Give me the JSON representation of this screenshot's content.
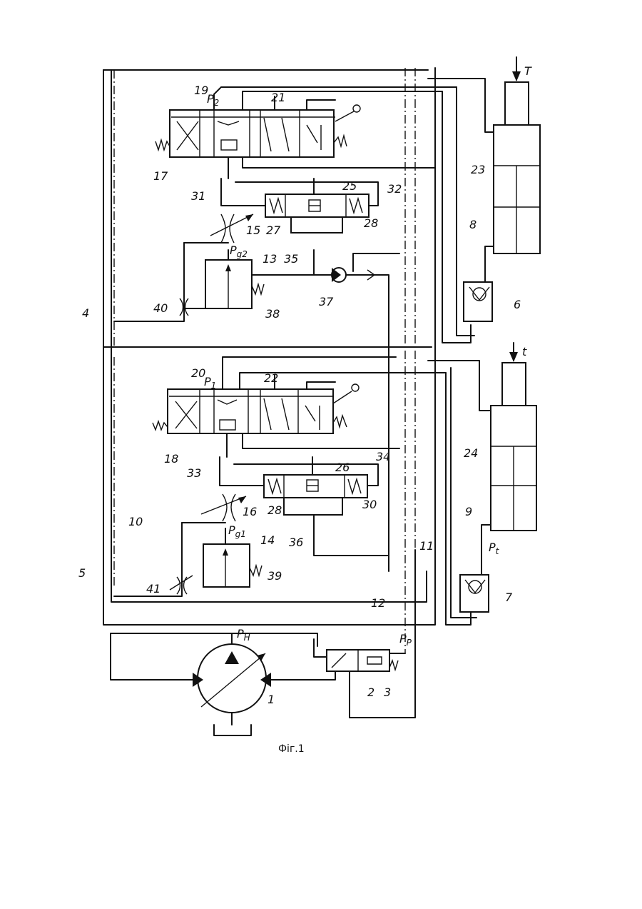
{
  "figure": {
    "caption": "Фіг.1"
  },
  "labels": {
    "n1": "1",
    "n2": "2",
    "n3": "3",
    "n4": "4",
    "n5": "5",
    "n6": "6",
    "n7": "7",
    "n8": "8",
    "n9": "9",
    "n10": "10",
    "n11": "11",
    "n12": "12",
    "n13": "13",
    "n14": "14",
    "n15": "15",
    "n16": "16",
    "n17": "17",
    "n18": "18",
    "n19": "19",
    "n20": "20",
    "n21": "21",
    "n22": "22",
    "n23": "23",
    "n24": "24",
    "n25": "25",
    "n26": "26",
    "n27": "27",
    "n28a": "28",
    "n28b": "28",
    "n30": "30",
    "n31": "31",
    "n32": "32",
    "n33": "33",
    "n34": "34",
    "n35": "35",
    "n36": "36",
    "n37": "37",
    "n38": "38",
    "n39": "39",
    "n40": "40",
    "n41": "41"
  },
  "symbols": {
    "p2": "P",
    "p2_sub": "2",
    "p1": "P",
    "p1_sub": "1",
    "pg2": "P",
    "pg2_sub": "g2",
    "pg1": "P",
    "pg1_sub": "g1",
    "ph": "P",
    "ph_sub": "H",
    "pp": "P",
    "pp_sub": "P",
    "pt": "P",
    "pt_sub": "t",
    "load_T": "T",
    "load_t": "t"
  }
}
